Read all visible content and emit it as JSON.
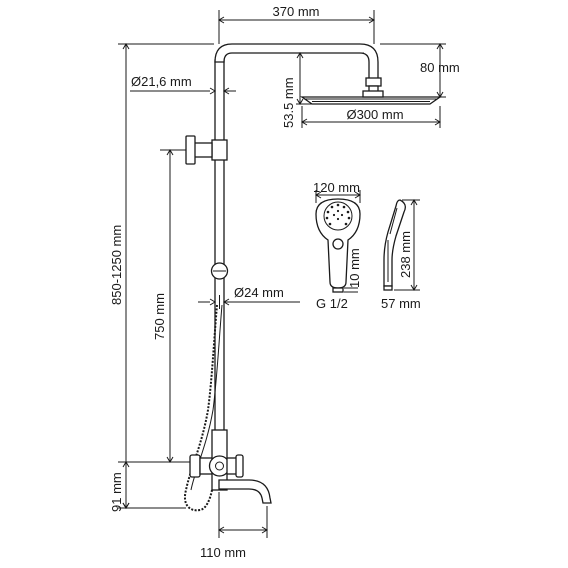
{
  "dimensions": {
    "arm_length": "370 mm",
    "head_height": "80 mm",
    "arm_diameter": "Ø21,6 mm",
    "head_drop": "53.5 mm",
    "head_diameter": "Ø300 mm",
    "total_height": "850-1250 mm",
    "rail_length": "750 mm",
    "rail_diameter": "Ø24 mm",
    "mixer_height": "91 mm",
    "spout_length": "110 mm"
  },
  "hand_shower": {
    "head_width": "120 mm",
    "handle_depth": "10 mm",
    "connection": "G 1/2",
    "length": "238 mm",
    "thickness": "57 mm"
  },
  "colors": {
    "line": "#1a1a1a",
    "background": "#ffffff"
  }
}
